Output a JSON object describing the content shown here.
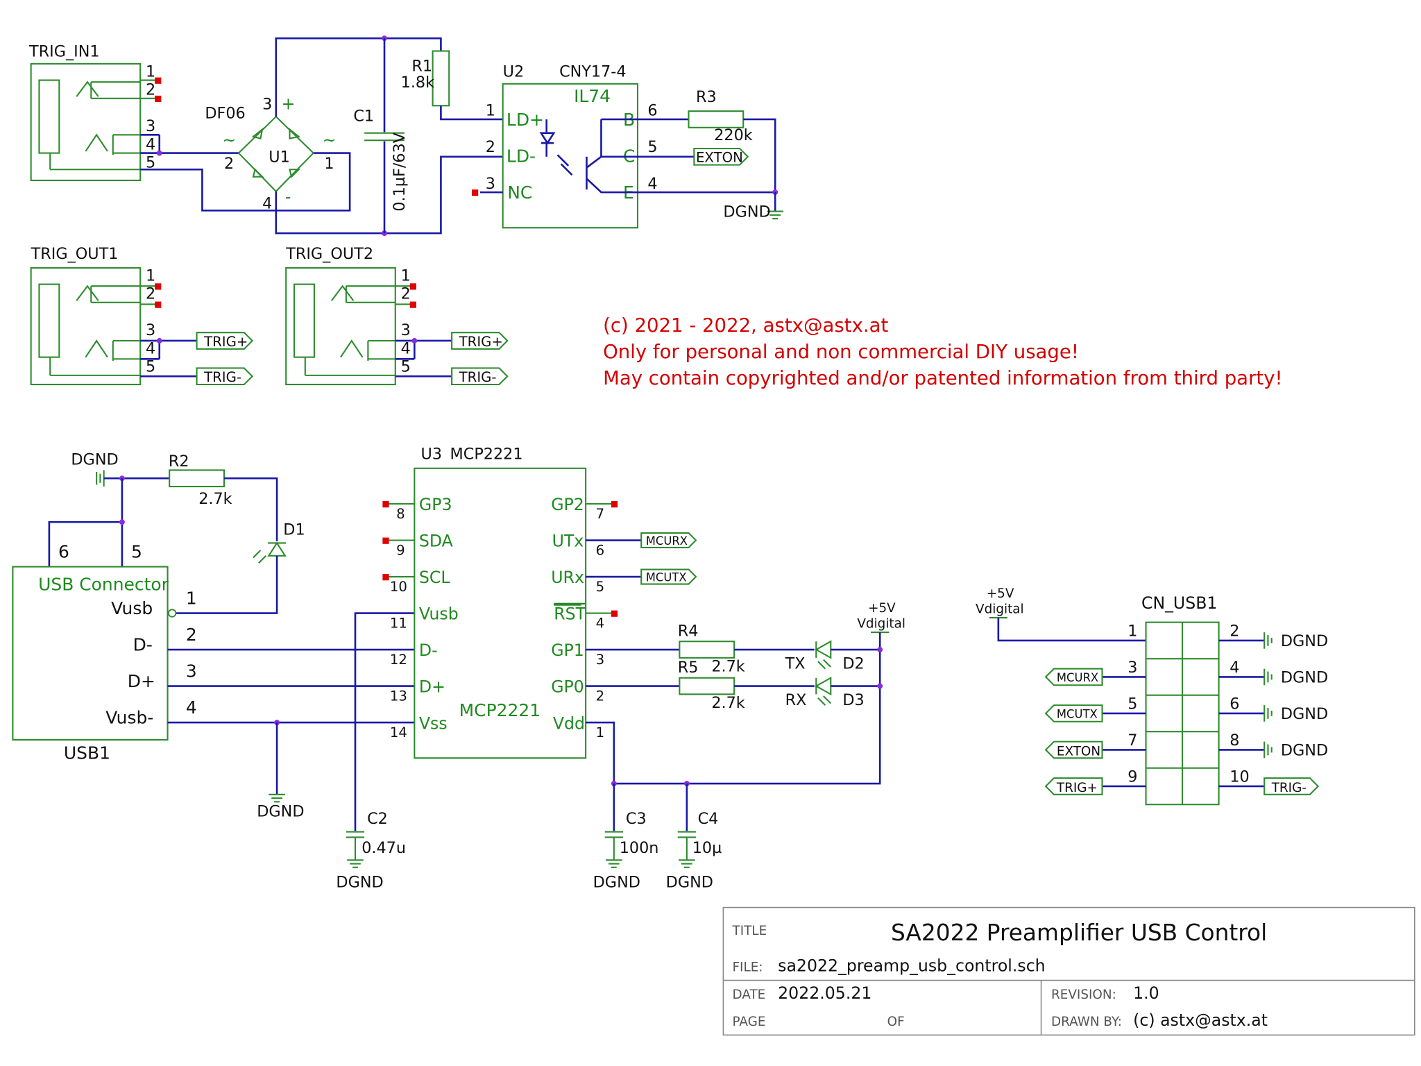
{
  "copyright": {
    "line1": "(c) 2021 - 2022, astx@astx.at",
    "line2": "Only for personal and non commercial DIY usage!",
    "line3": "May contain copyrighted and/or patented information from third party!"
  },
  "trig_in": {
    "ref": "TRIG_IN1",
    "pins": [
      "1",
      "2",
      "3",
      "4",
      "5"
    ]
  },
  "bridge": {
    "model": "DF06",
    "ref": "U1",
    "pin2": "2",
    "pin1": "1",
    "pin3": "3",
    "pin4": "4",
    "plus": "+",
    "minus": "-",
    "ac1": "~",
    "ac2": "~"
  },
  "c1": {
    "ref": "C1",
    "value": "0.1µF/63V"
  },
  "r1": {
    "ref": "R1",
    "value": "1.8k"
  },
  "u2": {
    "ref": "U2",
    "model": "CNY17-4",
    "inner": "IL74",
    "ldp": "LD+",
    "ldm": "LD-",
    "nc": "NC",
    "b": "B",
    "c": "C",
    "e": "E",
    "p1": "1",
    "p2": "2",
    "p3": "3",
    "p4": "4",
    "p5": "5",
    "p6": "6"
  },
  "r3": {
    "ref": "R3",
    "value": "220k"
  },
  "net_exton": "EXTON",
  "net_dgnd": "DGND",
  "trig_out1": {
    "ref": "TRIG_OUT1"
  },
  "trig_out2": {
    "ref": "TRIG_OUT2"
  },
  "net_trig_plus": "TRIG+",
  "net_trig_minus": "TRIG-",
  "r2": {
    "ref": "R2",
    "value": "2.7k"
  },
  "d1": {
    "ref": "D1"
  },
  "usb": {
    "title": "USB Connector",
    "ref": "USB1",
    "pins": [
      {
        "num": "1",
        "name": "Vusb"
      },
      {
        "num": "2",
        "name": "D-"
      },
      {
        "num": "3",
        "name": "D+"
      },
      {
        "num": "4",
        "name": "Vusb-"
      }
    ],
    "pin5": "5",
    "pin6": "6"
  },
  "u3": {
    "ref": "U3",
    "model": "MCP2221",
    "inner": "MCP2221",
    "left": [
      {
        "num": "8",
        "name": "GP3"
      },
      {
        "num": "9",
        "name": "SDA"
      },
      {
        "num": "10",
        "name": "SCL"
      },
      {
        "num": "11",
        "name": "Vusb"
      },
      {
        "num": "12",
        "name": "D-"
      },
      {
        "num": "13",
        "name": "D+"
      },
      {
        "num": "14",
        "name": "Vss"
      }
    ],
    "right": [
      {
        "num": "7",
        "name": "GP2"
      },
      {
        "num": "6",
        "name": "UTx"
      },
      {
        "num": "5",
        "name": "URx"
      },
      {
        "num": "4",
        "name": "RST"
      },
      {
        "num": "3",
        "name": "GP1"
      },
      {
        "num": "2",
        "name": "GP0"
      },
      {
        "num": "1",
        "name": "Vdd"
      }
    ]
  },
  "net_mcurx": "MCURX",
  "net_mcutx": "MCUTX",
  "r4": {
    "ref": "R4",
    "value": "2.7k"
  },
  "r5": {
    "ref": "R5",
    "value": "2.7k"
  },
  "d2": {
    "ref": "D2",
    "label": "TX"
  },
  "d3": {
    "ref": "D3",
    "label": "RX"
  },
  "vplus": {
    "line1": "+5V",
    "line2": "Vdigital"
  },
  "c2": {
    "ref": "C2",
    "value": "0.47u"
  },
  "c3": {
    "ref": "C3",
    "value": "100n"
  },
  "c4": {
    "ref": "C4",
    "value": "10µ"
  },
  "cn": {
    "ref": "CN_USB1",
    "pins": [
      "1",
      "2",
      "3",
      "4",
      "5",
      "6",
      "7",
      "8",
      "9",
      "10"
    ]
  },
  "titleblock": {
    "title_label": "TITLE",
    "title": "SA2022 Preamplifier USB Control",
    "file_label": "FILE:",
    "file": "sa2022_preamp_usb_control.sch",
    "date_label": "DATE",
    "date": "2022.05.21",
    "revision_label": "REVISION:",
    "revision": "1.0",
    "page_label": "PAGE",
    "of_label": "OF",
    "drawn_label": "DRAWN BY:",
    "drawn": "(c) astx@astx.at"
  }
}
